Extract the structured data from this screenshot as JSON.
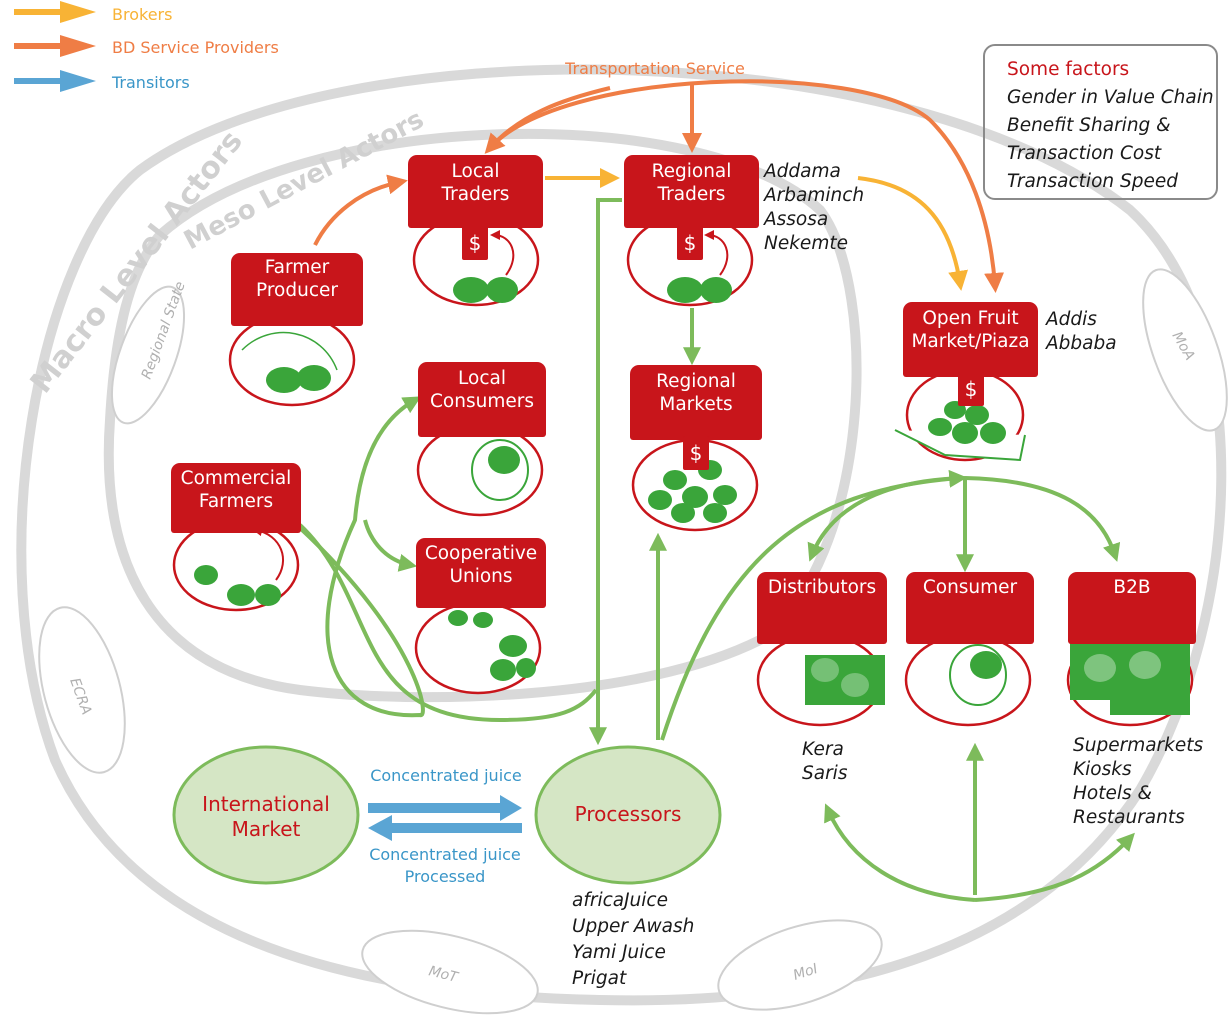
{
  "legend": {
    "items": [
      {
        "label": "Brokers",
        "color": "#f8b335"
      },
      {
        "label": "BD Service Providers",
        "color": "#ef7d45"
      },
      {
        "label": "Transitors",
        "color": "#5aa5d4"
      }
    ]
  },
  "rings": {
    "macro_label": "Macro Level Actors",
    "meso_label": "Meso Level Actors"
  },
  "institutions": {
    "regional_state": "Regional State",
    "moa": "MoA",
    "ecra": "ECRA",
    "mot": "MoT",
    "moi": "MoI"
  },
  "transport_label": "Transportation Service",
  "nodes": {
    "farmer_producer": {
      "line1": "Farmer",
      "line2": "Producer"
    },
    "local_traders": {
      "line1": "Local",
      "line2": "Traders"
    },
    "regional_traders": {
      "line1": "Regional",
      "line2": "Traders"
    },
    "local_consumers": {
      "line1": "Local",
      "line2": "Consumers"
    },
    "regional_markets": {
      "line1": "Regional",
      "line2": "Markets"
    },
    "commercial_farmers": {
      "line1": "Commercial",
      "line2": "Farmers"
    },
    "cooperative_unions": {
      "line1": "Cooperative",
      "line2": "Unions"
    },
    "open_fruit_market": {
      "line1": "Open Fruit",
      "line2": "Market/Piaza"
    },
    "distributors": {
      "line1": "Distributors"
    },
    "consumer": {
      "line1": "Consumer"
    },
    "b2b": {
      "line1": "B2B"
    }
  },
  "dollar_sign": "$",
  "regional_trader_places": [
    "Addama",
    "Arbaminch",
    "Assosa",
    "Nekemte"
  ],
  "open_market_places": [
    "Addis",
    "Abbaba"
  ],
  "distributor_examples": [
    "Kera",
    "Saris"
  ],
  "b2b_examples": [
    "Supermarkets",
    "Kiosks",
    "Hotels &",
    "Restaurants"
  ],
  "processor_examples": [
    "africaJuice",
    "Upper Awash",
    "Yami Juice",
    "Prigat"
  ],
  "factors": {
    "title": "Some factors",
    "items": [
      "Gender in Value Chain",
      "Benefit Sharing &",
      "Transaction Cost",
      "Transaction Speed"
    ]
  },
  "international_market": {
    "line1": "International",
    "line2": "Market"
  },
  "processors": {
    "label": "Processors"
  },
  "flows": {
    "concentrated_juice": "Concentrated juice",
    "concentrated_juice_processed_1": "Concentrated juice",
    "concentrated_juice_processed_2": "Processed"
  },
  "colors": {
    "node_red": "#c8151b",
    "leaf_green": "#3aa53a",
    "flow_green": "#7dbb5b",
    "ring_gray": "#d9d9d9",
    "ellipse_fill": "#d5e6c5"
  }
}
